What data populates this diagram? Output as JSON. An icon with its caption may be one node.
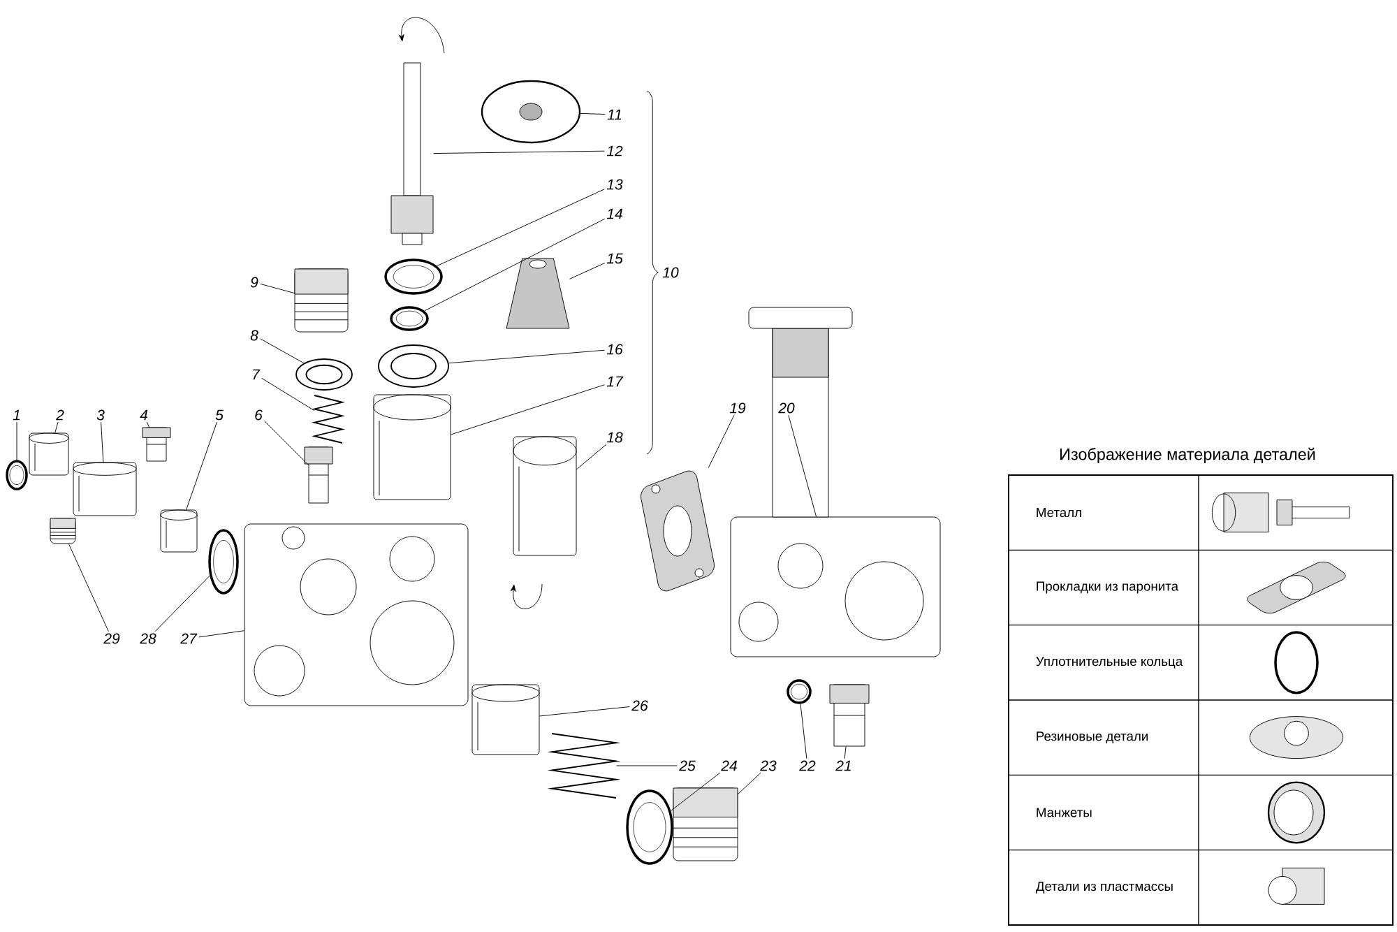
{
  "diagram": {
    "nodes": [
      {
        "text": [
          "1"
        ]
      },
      {
        "text": [
          "2"
        ]
      },
      {
        "text": [
          "3"
        ]
      },
      {
        "text": [
          "4"
        ]
      },
      {
        "text": [
          "5"
        ]
      },
      {
        "text": [
          "6"
        ]
      },
      {
        "text": [
          "7"
        ]
      },
      {
        "text": [
          "8"
        ]
      },
      {
        "text": [
          "9"
        ]
      },
      {
        "text": [
          "11"
        ]
      },
      {
        "text": [
          "12"
        ]
      },
      {
        "text": [
          "13"
        ]
      },
      {
        "text": [
          "14"
        ]
      },
      {
        "text": [
          "15"
        ]
      },
      {
        "text": [
          "16"
        ]
      },
      {
        "text": [
          "17"
        ]
      },
      {
        "text": [
          "18"
        ]
      },
      {
        "text": [
          "19"
        ]
      },
      {
        "text": [
          "20"
        ]
      },
      {
        "text": [
          "21"
        ]
      },
      {
        "text": [
          "22"
        ]
      },
      {
        "text": [
          "23"
        ]
      },
      {
        "text": [
          "24"
        ]
      },
      {
        "text": [
          "25"
        ]
      },
      {
        "text": [
          "26"
        ]
      },
      {
        "text": [
          "27"
        ]
      },
      {
        "text": [
          "28"
        ]
      },
      {
        "text": [
          "29"
        ]
      },
      {
        "text": [],
        "shape": "picture"
      },
      {
        "text": [],
        "shape": "picture"
      },
      {
        "text": [],
        "shape": "picture"
      },
      {
        "text": [],
        "shape": "picture"
      },
      {
        "text": [],
        "shape": "picture"
      },
      {
        "text": [],
        "shape": "picture"
      },
      {
        "text": [],
        "shape": "picture"
      },
      {
        "text": [],
        "shape": "picture"
      },
      {
        "text": [],
        "shape": "picture"
      },
      {
        "text": [],
        "shape": "picture"
      },
      {
        "text": [],
        "shape": "picture"
      },
      {
        "text": [],
        "shape": "picture"
      },
      {
        "text": [],
        "shape": "picture"
      },
      {
        "text": [],
        "shape": "picture"
      },
      {
        "text": [],
        "shape": "picture"
      },
      {
        "text": [],
        "shape": "picture"
      },
      {
        "text": [],
        "shape": "picture"
      },
      {
        "text": [],
        "shape": "picture"
      },
      {
        "text": [],
        "shape": "picture"
      },
      {
        "text": [],
        "shape": "picture"
      },
      {
        "text": [],
        "shape": "picture"
      },
      {
        "text": [],
        "shape": "picture"
      },
      {
        "text": [],
        "shape": "picture"
      },
      {
        "text": [],
        "shape": "picture"
      },
      {
        "text": [],
        "shape": "picture"
      },
      {
        "text": [],
        "shape": "picture"
      },
      {
        "text": [],
        "shape": "picture"
      },
      {
        "text": [],
        "shape": "picture"
      }
    ],
    "edges": [
      {
        "from": 0,
        "to": 28,
        "arrow": "none"
      },
      {
        "from": 1,
        "to": 29,
        "arrow": "none"
      },
      {
        "from": 2,
        "to": 30,
        "arrow": "none"
      },
      {
        "from": 3,
        "to": 31,
        "arrow": "none"
      },
      {
        "from": 4,
        "to": 32,
        "arrow": "none"
      },
      {
        "from": 5,
        "to": 33,
        "arrow": "none"
      },
      {
        "from": 6,
        "to": 34,
        "arrow": "none"
      },
      {
        "from": 7,
        "to": 35,
        "arrow": "none"
      },
      {
        "from": 8,
        "to": 36,
        "arrow": "none"
      },
      {
        "from": 9,
        "to": 37,
        "arrow": "none"
      },
      {
        "from": 10,
        "to": 38,
        "arrow": "none"
      },
      {
        "from": 11,
        "to": 39,
        "arrow": "none"
      },
      {
        "from": 12,
        "to": 40,
        "arrow": "none"
      },
      {
        "from": 13,
        "to": 41,
        "arrow": "none"
      },
      {
        "from": 14,
        "to": 42,
        "arrow": "none"
      },
      {
        "from": 15,
        "to": 43,
        "arrow": "none"
      },
      {
        "from": 16,
        "to": 44,
        "arrow": "none"
      },
      {
        "from": 17,
        "to": 45,
        "arrow": "none"
      },
      {
        "from": 18,
        "to": 46,
        "arrow": "none"
      },
      {
        "from": 19,
        "to": 47,
        "arrow": "none"
      },
      {
        "from": 20,
        "to": 48,
        "arrow": "none"
      },
      {
        "from": 21,
        "to": 49,
        "arrow": "none"
      },
      {
        "from": 22,
        "to": 50,
        "arrow": "none"
      },
      {
        "from": 23,
        "to": 51,
        "arrow": "none"
      },
      {
        "from": 24,
        "to": 52,
        "arrow": "none"
      },
      {
        "from": 25,
        "to": 53,
        "arrow": "none"
      },
      {
        "from": 26,
        "to": 54,
        "arrow": "none"
      },
      {
        "from": 27,
        "to": 55,
        "arrow": "none"
      }
    ],
    "labels": [
      "10",
      "Изображение материала деталей"
    ],
    "legend": [
      {
        "text": "Металл"
      },
      {
        "text": "Прокладки из паронита"
      },
      {
        "text": "Уплотнительные кольца"
      },
      {
        "text": "Резиновые детали"
      },
      {
        "text": "Манжеты"
      },
      {
        "text": "Детали из пластмассы"
      }
    ]
  }
}
